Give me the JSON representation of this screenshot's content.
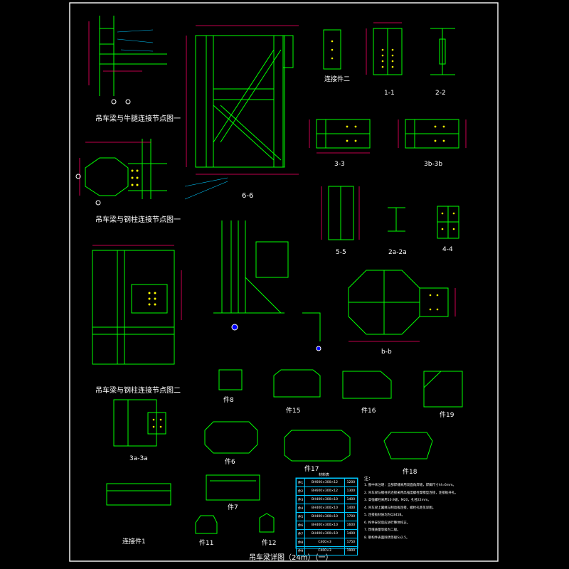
{
  "drawing": {
    "title": "吊车梁详图（24m）（一）",
    "background": "#000000",
    "colors": {
      "frame": "#ffffff",
      "member": "#00ff00",
      "dimension": "#ff0066",
      "text": "#ffffff",
      "leader": "#00c8ff",
      "bolt": "#ffff00"
    }
  },
  "captions": {
    "node1": "吊车梁与牛腿连接节点图一",
    "node2": "吊车梁与钢柱连接节点图一",
    "node3": "吊车梁与钢柱连接节点图二",
    "sec66": "6-6",
    "sec11": "1-1",
    "sec22": "2-2",
    "sec33": "3-3",
    "sec3b": "3b-3b",
    "sec55": "5-5",
    "sec2a": "2a-2a",
    "sec44": "4-4",
    "secbb": "b-b",
    "sec3a": "3a-3a",
    "conn1": "连接件1",
    "part8": "件8",
    "part15": "件15",
    "part16": "件16",
    "part19": "件19",
    "part6": "件6",
    "part17": "件17",
    "part18": "件18",
    "part7": "件7",
    "part11": "件11",
    "part12": "件12",
    "conn_label": "连接件二",
    "table_title": "材料表"
  },
  "table": {
    "rows": [
      [
        "件1",
        "BH600×300×12",
        "1200"
      ],
      [
        "件2",
        "BH600×300×12",
        "1300"
      ],
      [
        "件3",
        "BH400×300×10",
        "1400"
      ],
      [
        "件4",
        "BH400×300×10",
        "1400"
      ],
      [
        "件5",
        "BH400×300×10",
        "1700"
      ],
      [
        "件6",
        "BH400×300×10",
        "1600"
      ],
      [
        "件7",
        "BH400×300×10",
        "1400"
      ],
      [
        "件8",
        "C400×3",
        "1750"
      ],
      [
        "件9",
        "C400×3",
        "1900"
      ]
    ]
  },
  "notes": {
    "heading": "注：",
    "lines": [
      "1. 图中未注明：全部焊缝采用双面角焊缝，焊脚尺寸hf=6mm。",
      "2. 吊车梁与钢柱的连接采用高强度螺栓摩擦型连接，连接板开孔。",
      "3. 高强螺栓采用10.9级，M20，孔径22mm。",
      "4. 吊车梁上翼缘与制动板连接，螺栓孔距见详图。",
      "5. 连接板材质均为Q345B。",
      "6. 构件安装后应进行整体校正。",
      "7. 焊缝质量等级为二级。",
      "8. 钢构件表面除锈等级Sa2.5。"
    ]
  }
}
